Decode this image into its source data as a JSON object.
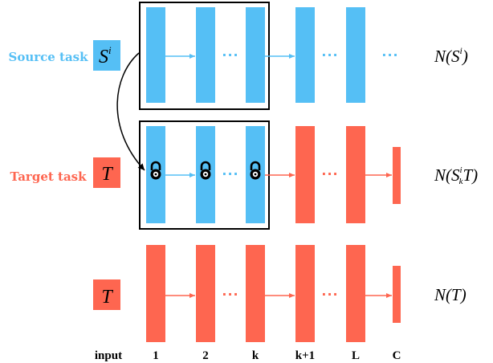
{
  "colors": {
    "source": "#55bff5",
    "target": "#fe6650",
    "outline": "#000000",
    "background": "#ffffff"
  },
  "rows": {
    "source": {
      "label": "Source task",
      "symbol_base": "S",
      "symbol_sup": "i",
      "network_label": {
        "pre": "N(",
        "base": "S",
        "sup": "i",
        "post": ")"
      }
    },
    "target": {
      "label": "Target task",
      "symbol_base": "T",
      "network_label": {
        "pre": "N(",
        "base": "S",
        "sup": "i",
        "sub": "k",
        "mid": "T",
        "post": ")"
      }
    },
    "scratch": {
      "symbol_base": "T",
      "network_label": {
        "pre": "N(",
        "base": "T",
        "post": ")"
      }
    }
  },
  "dots": "···",
  "columns": {
    "input": "input",
    "l1": "1",
    "l2": "2",
    "lk": "k",
    "lk1": "k+1",
    "lL": "L",
    "lC": "C"
  },
  "icons": {
    "lock": "lock-icon"
  }
}
